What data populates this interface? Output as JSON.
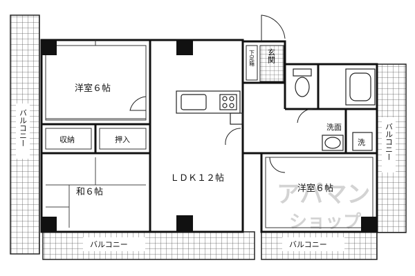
{
  "rooms": {
    "western_room_north": "洋室６帖",
    "western_room_south": "洋室６帖",
    "japanese_room": "和６帖",
    "ldk": "ＬＤＫ１２帖",
    "storage": "収納",
    "closet": "押入",
    "entrance": "玄関",
    "shoe_box": "下足箱",
    "washroom": "洗面",
    "washer": "洗"
  },
  "balconies": {
    "left": "バルコニー",
    "right": "バルコニー",
    "bottom_left": "バルコニー",
    "bottom_right": "バルコニー"
  },
  "watermark": "アパマンショップ"
}
